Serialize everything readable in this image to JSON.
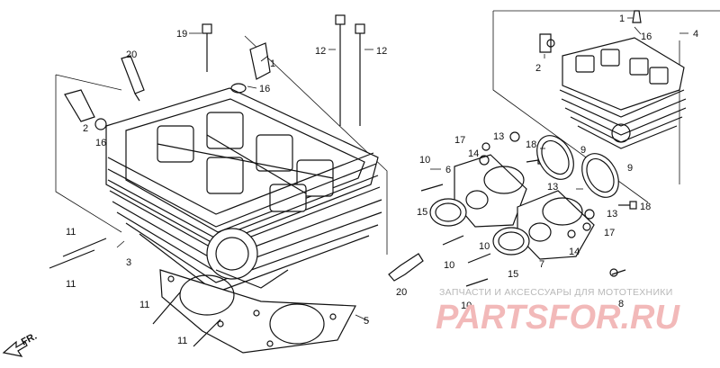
{
  "callouts": {
    "c19": "19",
    "c1a": "1",
    "c20a": "20",
    "c16a": "16",
    "c2a": "2",
    "c16b": "16",
    "c12a": "12",
    "c12b": "12",
    "c1b": "1",
    "c16c": "16",
    "c2b": "2",
    "c4": "4",
    "c17a": "17",
    "c13a": "13",
    "c14a": "14",
    "c6": "6",
    "c10a": "10",
    "c18a": "18",
    "c9a": "9",
    "c9b": "9",
    "c15a": "15",
    "c13b": "13",
    "c13c": "13",
    "c18b": "18",
    "c10b": "10",
    "c10c": "10",
    "c17b": "17",
    "c14b": "14",
    "c7": "7",
    "c15b": "15",
    "c11a": "11",
    "c11b": "11",
    "c3": "3",
    "c20b": "20",
    "c11c": "11",
    "c5": "5",
    "c11d": "11",
    "c10d": "10",
    "c8": "8"
  },
  "front_label": "FR.",
  "watermark": {
    "tagline": "ЗАПЧАСТИ И АКСЕССУАРЫ ДЛЯ МОТОТЕХНИКИ",
    "brand": "PARTSFOR.RU"
  }
}
